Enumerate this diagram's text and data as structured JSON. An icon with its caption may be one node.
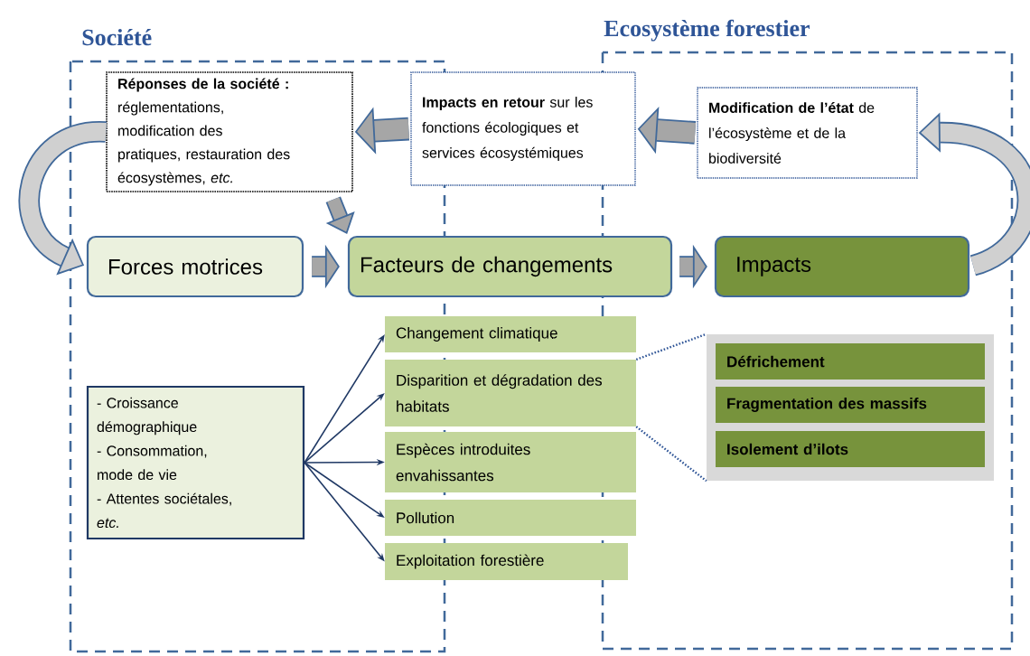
{
  "diagram": {
    "nodes": [
      {
        "text": [
          "**Réponses de la société :** réglementations, modification des pratiques, restauration des écosystèmes, *etc.*"
        ]
      },
      {
        "text": [
          "**Impacts en retour** sur les fonctions écologiques et services écosystémiques"
        ]
      },
      {
        "text": [
          "**Modification de l’état** de l’écosystème et de la biodiversité"
        ]
      },
      {
        "text": [
          "Forces motrices"
        ]
      },
      {
        "text": [
          "Facteurs de changements"
        ]
      },
      {
        "text": [
          "Impacts"
        ]
      },
      {
        "text": [
          "- Croissance démographique",
          "- Consommation, mode de vie",
          "- Attentes sociétales, *etc.*"
        ]
      },
      {
        "text": [
          "Changement climatique"
        ]
      },
      {
        "text": [
          "Disparition et dégradation des habitats"
        ]
      },
      {
        "text": [
          "Espèces introduites envahissantes"
        ]
      },
      {
        "text": [
          "Pollution"
        ]
      },
      {
        "text": [
          "Exploitation forestière"
        ]
      },
      {
        "text": [],
        "shape": "box"
      },
      {
        "text": [
          "Défrichement"
        ],
        "in": 12
      },
      {
        "text": [
          "Fragmentation des massifs"
        ],
        "in": 12
      },
      {
        "text": [
          "Isolement d’ilots"
        ],
        "in": 12
      }
    ],
    "edges": [
      {
        "from": 0,
        "to": 3,
        "arrow": "to",
        "style": "thick"
      },
      {
        "from": 0,
        "to": 4,
        "arrow": "to",
        "style": "thick"
      },
      {
        "from": 1,
        "to": 0,
        "arrow": "to",
        "style": "thick"
      },
      {
        "from": 2,
        "to": 1,
        "arrow": "to",
        "style": "thick"
      },
      {
        "from": 3,
        "to": 4,
        "arrow": "to",
        "style": "thick"
      },
      {
        "from": 4,
        "to": 5,
        "arrow": "to",
        "style": "thick"
      },
      {
        "from": 5,
        "to": 2,
        "arrow": "to",
        "style": "thick"
      },
      {
        "from": 6,
        "to": 7,
        "arrow": "to",
        "color": "#1f3864"
      },
      {
        "from": 6,
        "to": 8,
        "arrow": "to",
        "color": "#1f3864"
      },
      {
        "from": 6,
        "to": 9,
        "arrow": "to",
        "color": "#1f3864"
      },
      {
        "from": 6,
        "to": 10,
        "arrow": "to",
        "color": "#1f3864"
      },
      {
        "from": 6,
        "to": 11,
        "arrow": "to",
        "color": "#1f3864"
      },
      {
        "from": 8,
        "to": 12,
        "arrow": "none",
        "style": "dashed",
        "color": "#2f5597"
      },
      {
        "from": 8,
        "to": 12,
        "arrow": "none",
        "style": "dashed",
        "color": "#2f5597"
      }
    ],
    "labels": [
      "Société",
      "Ecosystème forestier"
    ]
  }
}
